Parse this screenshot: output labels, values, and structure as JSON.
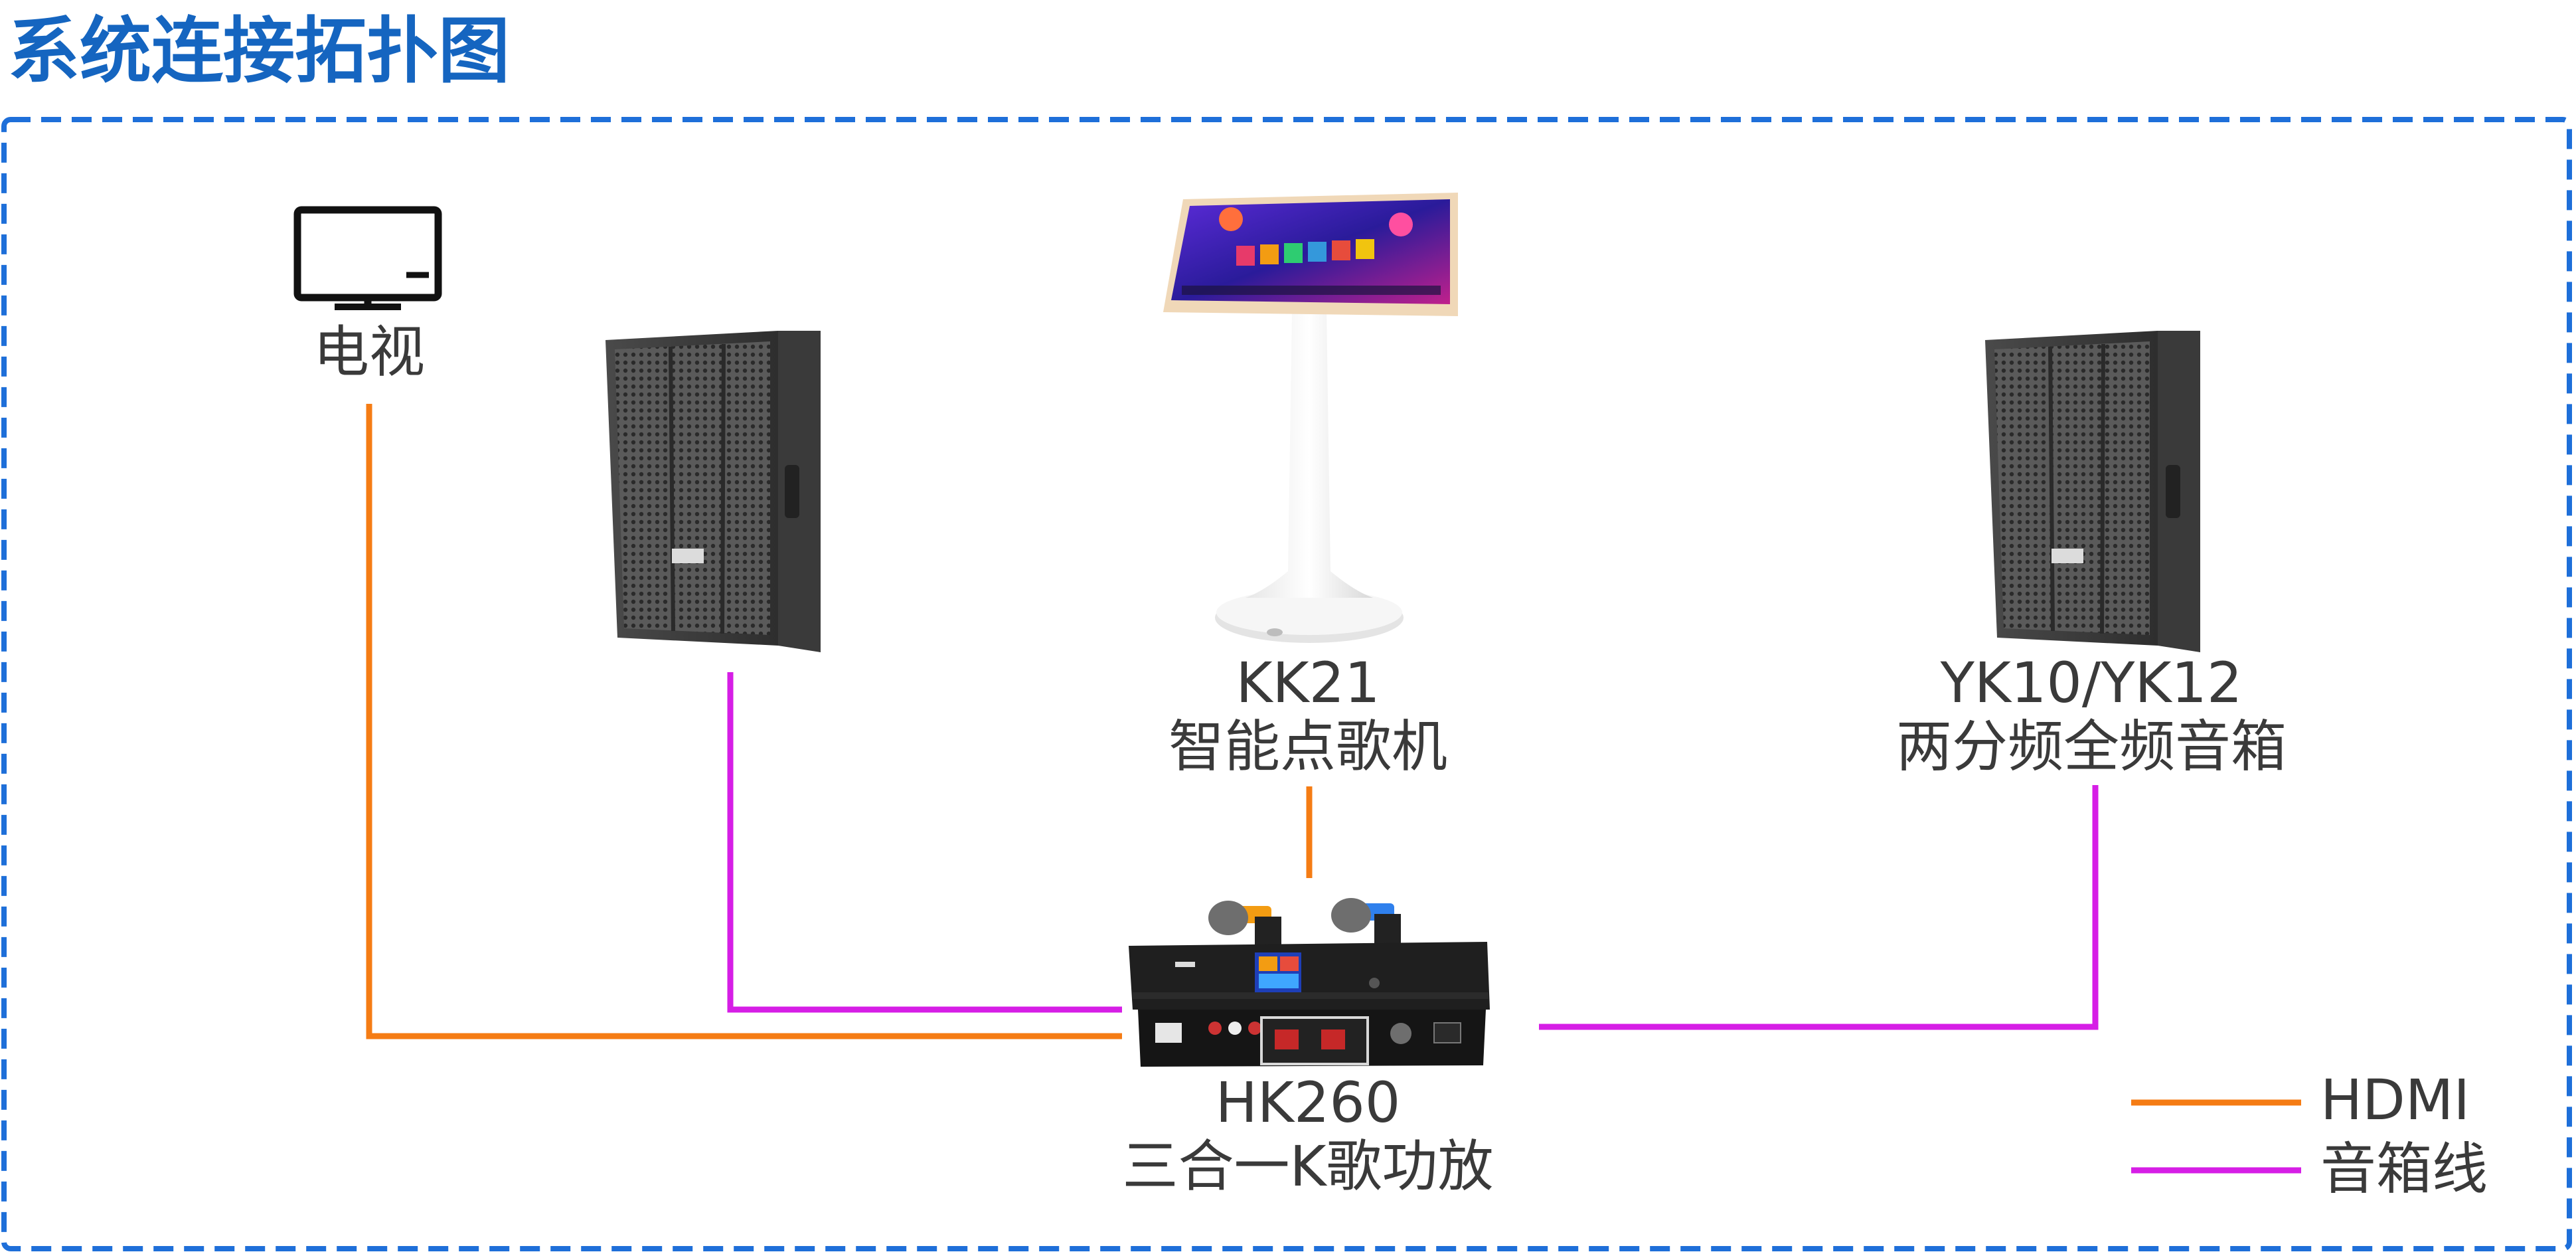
{
  "title": "系统连接拓扑图",
  "devices": {
    "tv": {
      "label": "电视",
      "icon": "monitor-icon"
    },
    "speaker_left": {
      "icon": "speaker-icon"
    },
    "kk21": {
      "model": "KK21",
      "name": "智能点歌机"
    },
    "yk": {
      "model": "YK10/YK12",
      "name": "两分频全频音箱"
    },
    "hk260": {
      "model": "HK260",
      "name": "三合一K歌功放"
    }
  },
  "legend": {
    "hdmi": {
      "label": "HDMI",
      "color": "#f57c14"
    },
    "speaker_cable": {
      "label": "音箱线",
      "color": "#d61ee6"
    }
  },
  "colors": {
    "accent": "#1565c0",
    "border": "#1e6fd9",
    "hdmi": "#f57c14",
    "speaker_cable": "#d61ee6"
  }
}
